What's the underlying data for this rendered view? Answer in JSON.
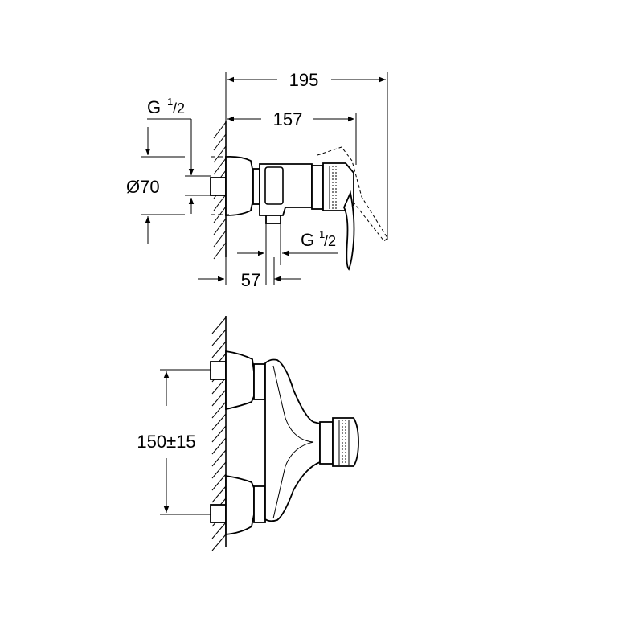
{
  "diagram": {
    "type": "technical-drawing",
    "subject": "wall-mounted single-lever shower mixer",
    "views": {
      "side_view": {
        "dimensions": {
          "overall_depth": "195",
          "depth_to_lever": "157",
          "inlet_thread_label": "G",
          "inlet_thread_sup": "1",
          "inlet_thread_sub": "/2",
          "escutcheon_diameter": "Ø70",
          "outlet_thread_label": "G",
          "outlet_thread_sup": "1",
          "outlet_thread_sub": "/2",
          "outlet_offset": "57"
        }
      },
      "front_view": {
        "dimensions": {
          "inlet_centers": "150±15"
        }
      }
    }
  }
}
